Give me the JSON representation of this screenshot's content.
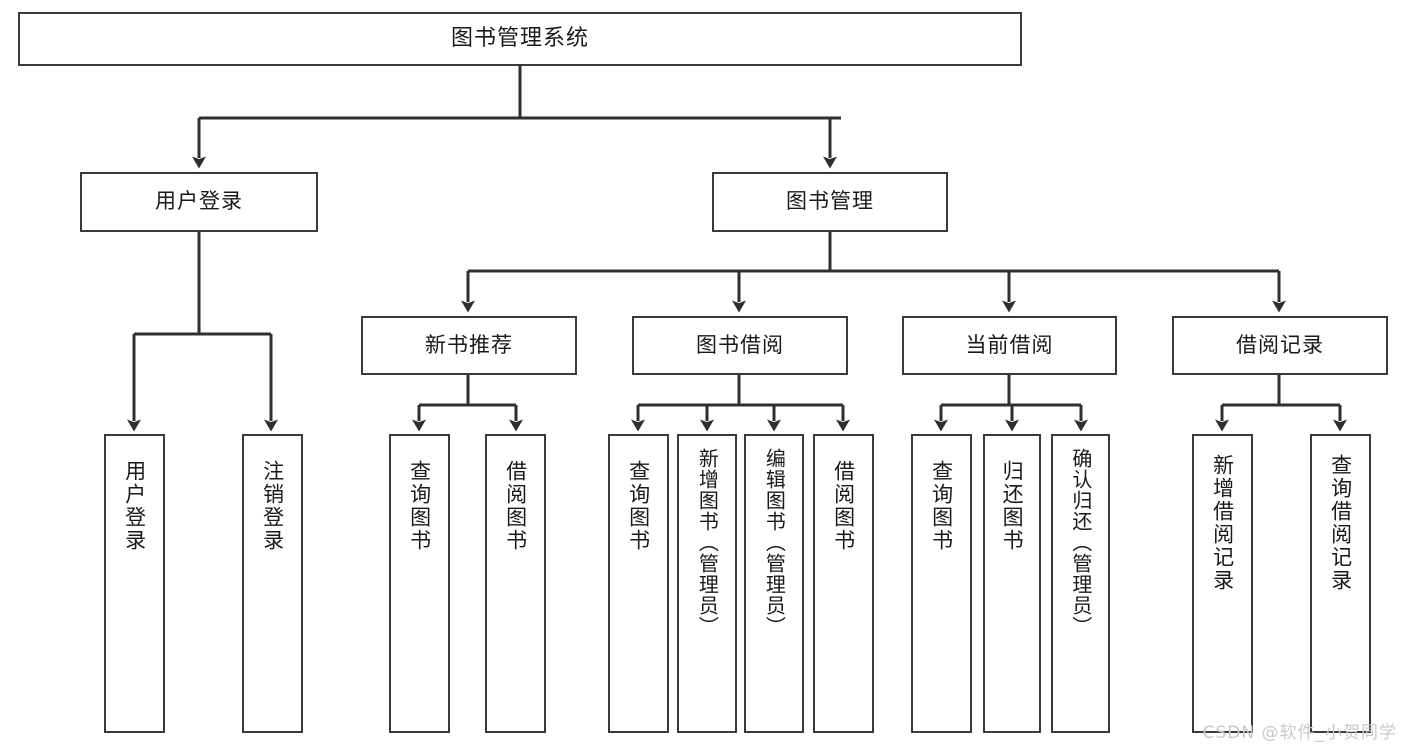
{
  "diagram": {
    "title": "图书管理系统",
    "type": "tree",
    "colors": {
      "box_border": "#3a3a3a",
      "box_fill": "#ffffff",
      "connector": "#2f2f2f",
      "text": "#1a1a1a",
      "watermark": "#c9c9c9",
      "background": "#ffffff"
    },
    "root": {
      "label": "图书管理系统"
    },
    "level2": [
      {
        "label": "用户登录"
      },
      {
        "label": "图书管理"
      }
    ],
    "level3": [
      {
        "label": "新书推荐"
      },
      {
        "label": "图书借阅"
      },
      {
        "label": "当前借阅"
      },
      {
        "label": "借阅记录"
      }
    ],
    "leaves": {
      "user_login": [
        {
          "label": "用户登录"
        },
        {
          "label": "注销登录"
        }
      ],
      "new_book_recommend": [
        {
          "label": "查询图书"
        },
        {
          "label": "借阅图书"
        }
      ],
      "book_borrow": [
        {
          "label": "查询图书"
        },
        {
          "label": "新增图书（管理员）"
        },
        {
          "label": "编辑图书（管理员）"
        },
        {
          "label": "借阅图书"
        }
      ],
      "current_borrow": [
        {
          "label": "查询图书"
        },
        {
          "label": "归还图书"
        },
        {
          "label": "确认归还（管理员）"
        }
      ],
      "borrow_record": [
        {
          "label": "新增借阅记录"
        },
        {
          "label": "查询借阅记录"
        }
      ]
    }
  },
  "watermark": {
    "text": "CSDN @软件_小贺同学"
  }
}
